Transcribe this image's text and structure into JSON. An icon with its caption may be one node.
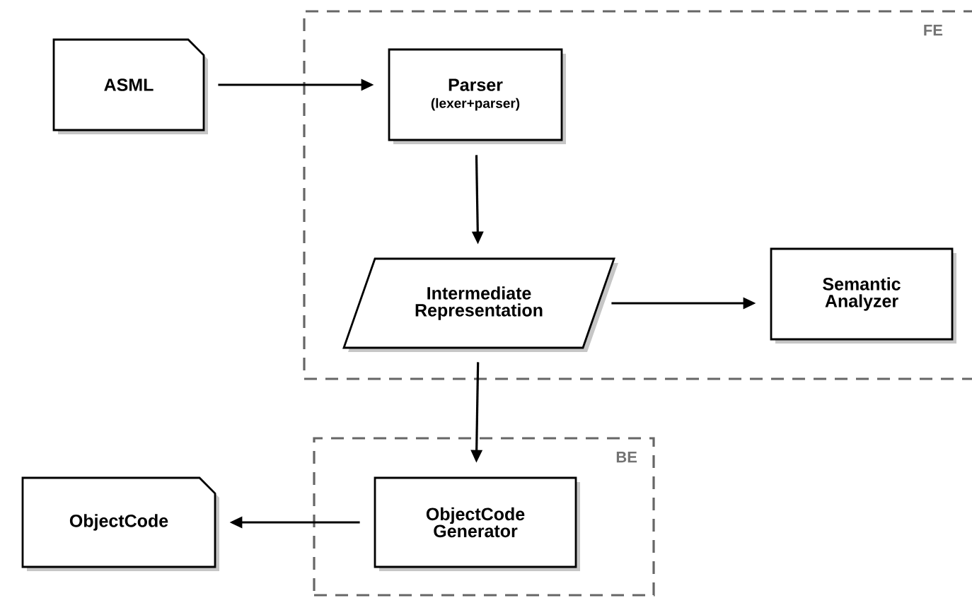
{
  "diagram": {
    "nodes": [
      {
        "text": [
          "FE"
        ]
      },
      {
        "text": [
          "ASML"
        ]
      },
      {
        "text": [
          "Parser",
          "(lexer+parser)"
        ],
        "in": 0
      },
      {
        "text": [
          "Intermediate Representation"
        ],
        "in": 0
      },
      {
        "text": [
          "Semantic Analyzer"
        ],
        "in": 0
      },
      {
        "text": [
          "BE"
        ]
      },
      {
        "text": [
          "ObjectCode Generator"
        ],
        "in": 5
      },
      {
        "text": [
          "ObjectCode"
        ]
      }
    ],
    "edges": [
      {
        "from": 1,
        "to": 2,
        "arrow": "to"
      },
      {
        "from": 2,
        "to": 3,
        "arrow": "to"
      },
      {
        "from": 3,
        "to": 4,
        "arrow": "to"
      },
      {
        "from": 3,
        "to": 6,
        "arrow": "to"
      },
      {
        "from": 6,
        "to": 7,
        "arrow": "to"
      }
    ]
  }
}
